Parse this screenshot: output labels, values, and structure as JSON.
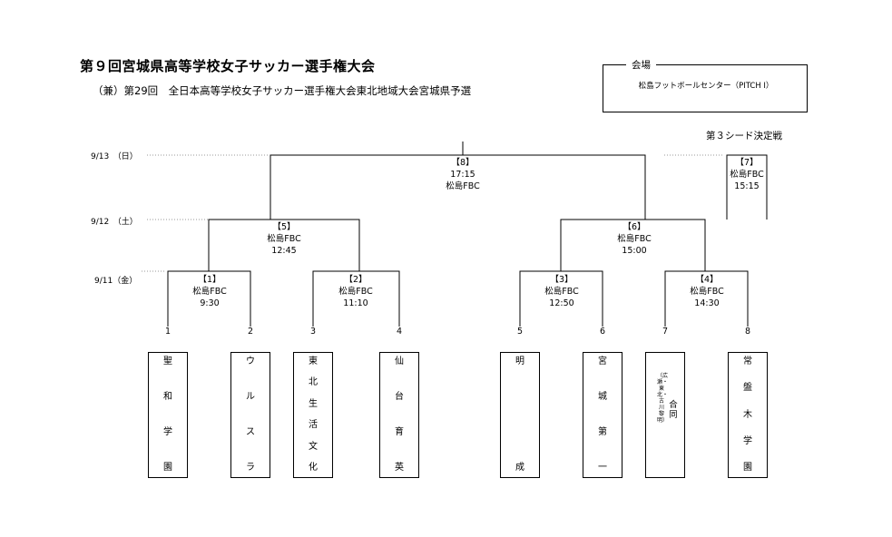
{
  "header": {
    "title": "第９回宮城県高等学校女子サッカー選手権大会",
    "subtitle": "（兼）第29回　全日本高等学校女子サッカー選手権大会東北地域大会宮城県予選"
  },
  "venue": {
    "heading": "会場",
    "name": "松島フットボールセンター（PITCH Ⅰ）"
  },
  "dates": {
    "final": "9/13　（日）",
    "semi": "9/12　（土）",
    "first": "9/11（金）"
  },
  "seed_match": {
    "heading": "第３シード決定戦",
    "id": "【7】",
    "venue": "松島FBC",
    "time": "15:15"
  },
  "matches": [
    {
      "id": "【1】",
      "venue": "松島FBC",
      "time": "9:30"
    },
    {
      "id": "【2】",
      "venue": "松島FBC",
      "time": "11:10"
    },
    {
      "id": "【3】",
      "venue": "松島FBC",
      "time": "12:50"
    },
    {
      "id": "【4】",
      "venue": "松島FBC",
      "time": "14:30"
    },
    {
      "id": "【5】",
      "venue": "松島FBC",
      "time": "12:45"
    },
    {
      "id": "【6】",
      "venue": "松島FBC",
      "time": "15:00"
    },
    {
      "id": "【8】",
      "venue": "松島FBC",
      "time": "17:15"
    }
  ],
  "slots": [
    "1",
    "2",
    "3",
    "4",
    "5",
    "6",
    "7",
    "8"
  ],
  "teams": [
    {
      "name": "聖和学園"
    },
    {
      "name": "ウルスラ"
    },
    {
      "name": "東北生活文化"
    },
    {
      "name": "仙台育英"
    },
    {
      "name": "明成"
    },
    {
      "name": "宮城第一"
    },
    {
      "name": "合同",
      "sub": "（広瀬・東北・古川黎明）"
    },
    {
      "name": "常盤木学園"
    }
  ]
}
